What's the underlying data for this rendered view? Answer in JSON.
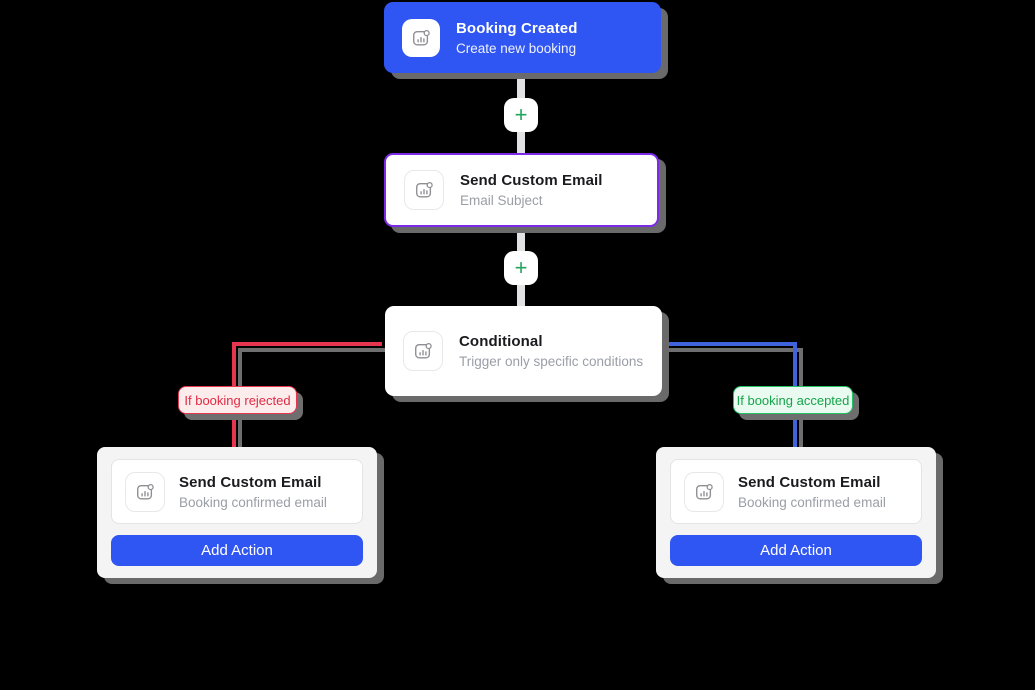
{
  "colors": {
    "background": "#000000",
    "primary_blue": "#2f55f2",
    "branch_blue": "#3e63dd",
    "branch_red": "#e5354f",
    "badge_green_border": "#25c465",
    "badge_green_text": "#16a34a",
    "plus_green": "#22a55e",
    "selected_border_purple": "#7d2ae8",
    "connector_gray": "#e2e2e4",
    "shadow_gray": "#6a6a6a"
  },
  "connectors": {
    "plus_label": "+"
  },
  "nodes": {
    "trigger": {
      "title": "Booking Created",
      "subtitle": "Create new booking"
    },
    "email_action": {
      "title": "Send Custom Email",
      "subtitle": "Email Subject"
    },
    "conditional": {
      "title": "Conditional",
      "subtitle": "Trigger only specific conditions"
    }
  },
  "branches": {
    "left": {
      "condition_label": "If booking rejected",
      "action": {
        "title": "Send Custom Email",
        "subtitle": "Booking confirmed email"
      },
      "add_action_label": "Add Action"
    },
    "right": {
      "condition_label": "If booking accepted",
      "action": {
        "title": "Send Custom Email",
        "subtitle": "Booking confirmed email"
      },
      "add_action_label": "Add Action"
    }
  }
}
